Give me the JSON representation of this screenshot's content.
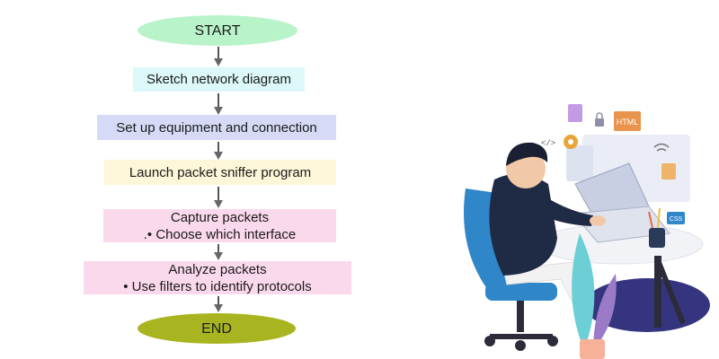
{
  "flowchart": {
    "start": "START",
    "steps": [
      {
        "title": "Sketch network diagram",
        "detail": ""
      },
      {
        "title": "Set up equipment and connection",
        "detail": ""
      },
      {
        "title": "Launch packet sniffer program",
        "detail": ""
      },
      {
        "title": "Capture packets",
        "detail": ".• Choose which interface"
      },
      {
        "title": "Analyze packets",
        "detail": "• Use filters to identify protocols"
      }
    ],
    "end": "END"
  },
  "illustration": {
    "html_badge": "HTML",
    "css_badge": "CSS",
    "code_tag": "</>"
  },
  "colors": {
    "start_fill": "#b9f3c9",
    "step1_fill": "#dcf8f8",
    "step2_fill": "#d6daf6",
    "step3_fill": "#fdf6d8",
    "step4_fill": "#fbd9ec",
    "step5_fill": "#fbd9ec",
    "end_fill": "#a8b520",
    "chair": "#2f86c9",
    "shirt": "#1f2b44",
    "plant_teal": "#6ccfd6",
    "plant_purple": "#9b7bc7"
  }
}
